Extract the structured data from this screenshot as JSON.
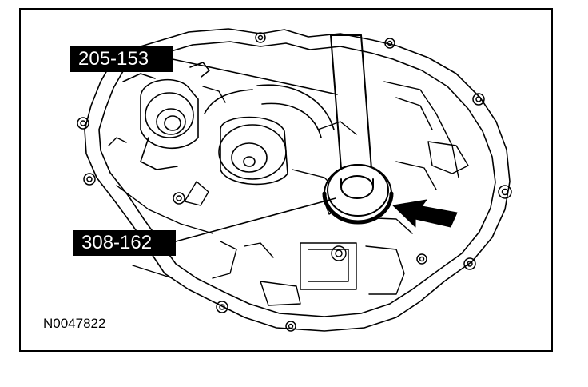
{
  "figure": {
    "callouts": [
      {
        "id": "tool-1",
        "label": "205-153"
      },
      {
        "id": "tool-2",
        "label": "308-162"
      }
    ],
    "figure_id": "N0047822"
  },
  "colors": {
    "line": "#000000",
    "background": "#ffffff",
    "label_background": "#000000",
    "label_text": "#ffffff"
  }
}
